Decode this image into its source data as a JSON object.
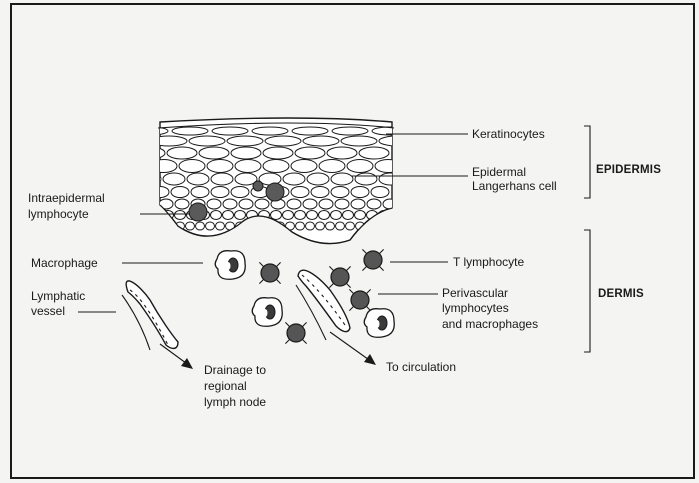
{
  "sections": {
    "epidermis": "EPIDERMIS",
    "dermis": "DERMIS"
  },
  "labels": {
    "keratinocytes": "Keratinocytes",
    "langerhans_1": "Epidermal",
    "langerhans_2": "Langerhans cell",
    "intraepidermal_1": "Intraepidermal",
    "intraepidermal_2": "lymphocyte",
    "macrophage": "Macrophage",
    "t_lymphocyte": "T lymphocyte",
    "lymphatic_1": "Lymphatic",
    "lymphatic_2": "vessel",
    "perivascular_1": "Perivascular",
    "perivascular_2": "lymphocytes",
    "perivascular_3": "and macrophages",
    "drainage_1": "Drainage to",
    "drainage_2": "regional",
    "drainage_3": "lymph node",
    "circulation": "To circulation"
  },
  "colors": {
    "ink": "#1a1a1a",
    "cell_dark": "#555555",
    "background": "#f4f4f2"
  }
}
